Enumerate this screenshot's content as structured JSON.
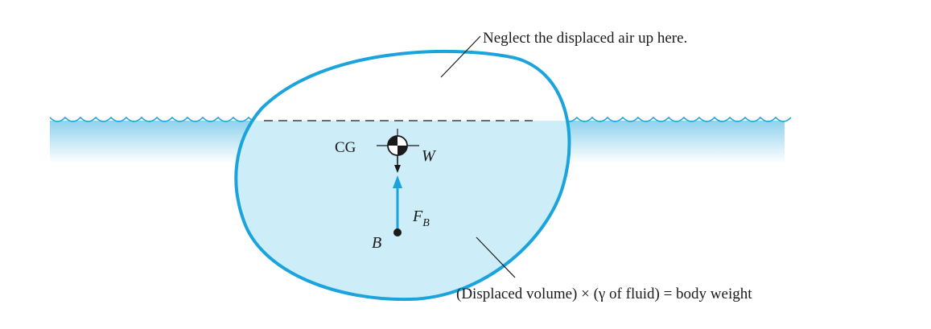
{
  "labels": {
    "neglect_note": "Neglect the displaced air up here.",
    "center_of_gravity": "CG",
    "weight": "W",
    "buoyant_force": "F",
    "buoyant_force_subscript": "B",
    "center_of_buoyancy": "B",
    "equilibrium_note": "(Displaced volume) × (γ of fluid) = body weight"
  },
  "colors": {
    "body_outline": "#1aa3dc",
    "submerged_fill": "#cdedf8",
    "water_top": "#8fd2ee",
    "water_bottom": "#ffffff",
    "arrow_fluid": "#1aa3dc",
    "ink": "#1a1a1a"
  }
}
